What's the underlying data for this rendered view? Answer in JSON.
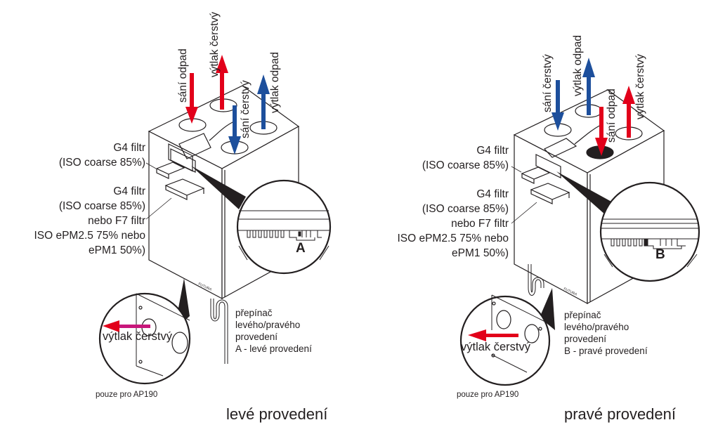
{
  "colors": {
    "supply_fresh": "#e2001a",
    "exhaust_blue": "#1d4f9c",
    "magenta_shaft": "#c8177b",
    "line": "#231f20"
  },
  "left": {
    "caption": "levé provedení",
    "ports": [
      {
        "label": "sání odpad",
        "direction": "down",
        "color": "red"
      },
      {
        "label": "výtlak čerstvý",
        "direction": "up",
        "color": "red"
      },
      {
        "label": "sání čerstvý",
        "direction": "down",
        "color": "blue"
      },
      {
        "label": "výtlak odpad",
        "direction": "up",
        "color": "blue"
      }
    ],
    "filter_top": [
      "G4 filtr",
      "(ISO coarse 85%)"
    ],
    "filter_bottom": [
      "G4 filtr",
      "(ISO coarse 85%)",
      "nebo F7 filtr",
      "ISO ePM2.5 75% nebo",
      "ePM1 50%)"
    ],
    "switch_note": [
      "přepínač",
      "levého/pravého",
      "provedení",
      "A - levé provedení"
    ],
    "switch_letter": "A",
    "detail_label": "výtlak čerstvý",
    "model_note": "pouze pro AP190"
  },
  "right": {
    "caption": "pravé provedení",
    "ports": [
      {
        "label": "sání čerstvý",
        "direction": "down",
        "color": "blue"
      },
      {
        "label": "výtlak odpad",
        "direction": "up",
        "color": "blue"
      },
      {
        "label": "sání odpad",
        "direction": "down",
        "color": "red"
      },
      {
        "label": "výtlak čerstvý",
        "direction": "up",
        "color": "red"
      }
    ],
    "filter_top": [
      "G4 filtr",
      "(ISO coarse 85%)"
    ],
    "filter_bottom": [
      "G4 filtr",
      "(ISO coarse 85%)",
      "nebo F7 filtr",
      "ISO ePM2.5 75% nebo",
      "ePM1 50%)"
    ],
    "switch_note": [
      "přepínač",
      "levého/pravého",
      "provedení",
      "B - pravé provedení"
    ],
    "switch_letter": "B",
    "detail_label": "výtlak čerstvý",
    "model_note": "pouze pro AP190"
  },
  "brand_mark": "FUTURA"
}
